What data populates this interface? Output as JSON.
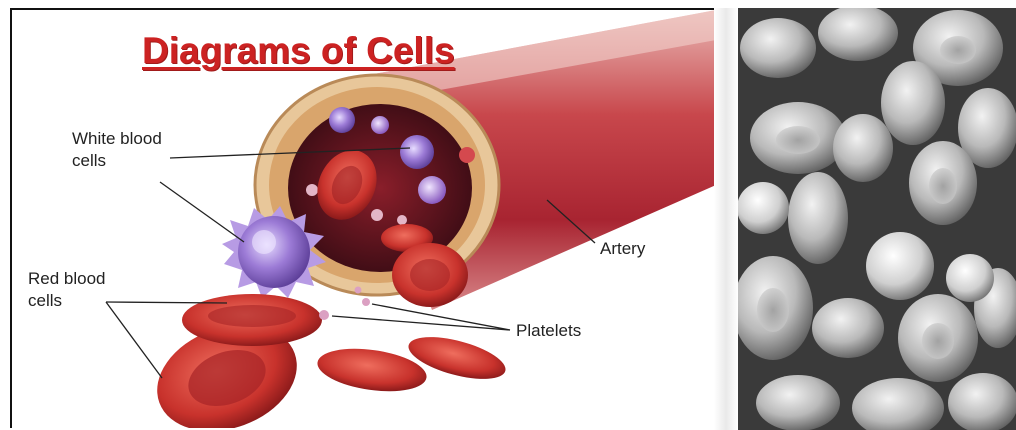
{
  "diagram": {
    "title": "Diagrams of Cells",
    "labels": {
      "white_blood_cells": [
        "White blood",
        "cells"
      ],
      "red_blood_cells": [
        "Red blood",
        "cells"
      ],
      "artery": "Artery",
      "platelets": "Platelets"
    }
  },
  "photo": {
    "icon": "electron-micrograph-blood-cells"
  },
  "colors": {
    "title": "#cc2222",
    "red_cell": "#c8322c",
    "artery": "#b52a2f",
    "white_cell": "#8c6ac8"
  }
}
